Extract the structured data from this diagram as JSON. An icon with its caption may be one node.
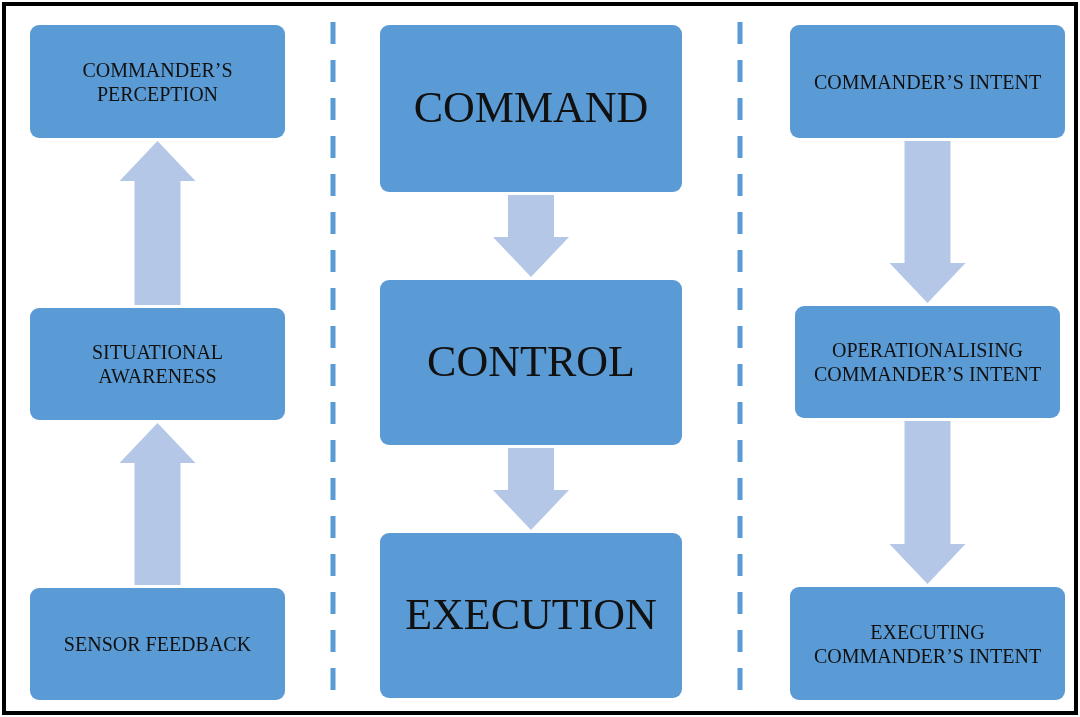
{
  "diagram": {
    "nodes": [
      {
        "text": [
          "COMMANDER’S PERCEPTION"
        ]
      },
      {
        "text": [
          "SITUATIONAL AWARENESS"
        ]
      },
      {
        "text": [
          "SENSOR FEEDBACK"
        ]
      },
      {
        "text": [
          "COMMAND"
        ]
      },
      {
        "text": [
          "CONTROL"
        ]
      },
      {
        "text": [
          "EXECUTION"
        ]
      },
      {
        "text": [
          "COMMANDER’S INTENT"
        ]
      },
      {
        "text": [
          "OPERATIONALISING COMMANDER’S INTENT"
        ]
      },
      {
        "text": [
          "EXECUTING COMMANDER’S INTENT"
        ]
      }
    ],
    "edges": [
      {
        "from": 2,
        "to": 1,
        "arrow": "to"
      },
      {
        "from": 1,
        "to": 0,
        "arrow": "to"
      },
      {
        "from": 3,
        "to": 4,
        "arrow": "to"
      },
      {
        "from": 4,
        "to": 5,
        "arrow": "to"
      },
      {
        "from": 6,
        "to": 7,
        "arrow": "to"
      },
      {
        "from": 7,
        "to": 8,
        "arrow": "to"
      }
    ]
  }
}
